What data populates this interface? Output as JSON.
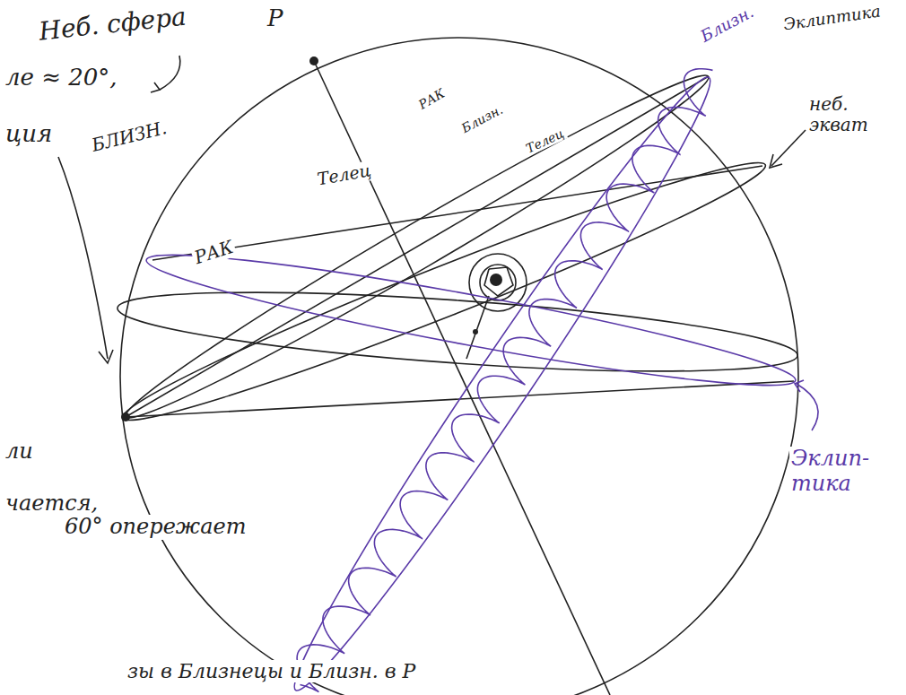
{
  "diagram": {
    "labels": [
      "Р",
      "Неб. сфера",
      "ле ≈ 20°,",
      "ция",
      "БЛИЗН.",
      "РАК",
      "Телец",
      "РАК",
      "Близн.",
      "Телец",
      "Эклиптика",
      "Близн.",
      "неб. экват",
      "Эклип- тика",
      "ли",
      "чается,",
      "60° опережает",
      "зы в Близнецы и Близн. в Р"
    ]
  }
}
